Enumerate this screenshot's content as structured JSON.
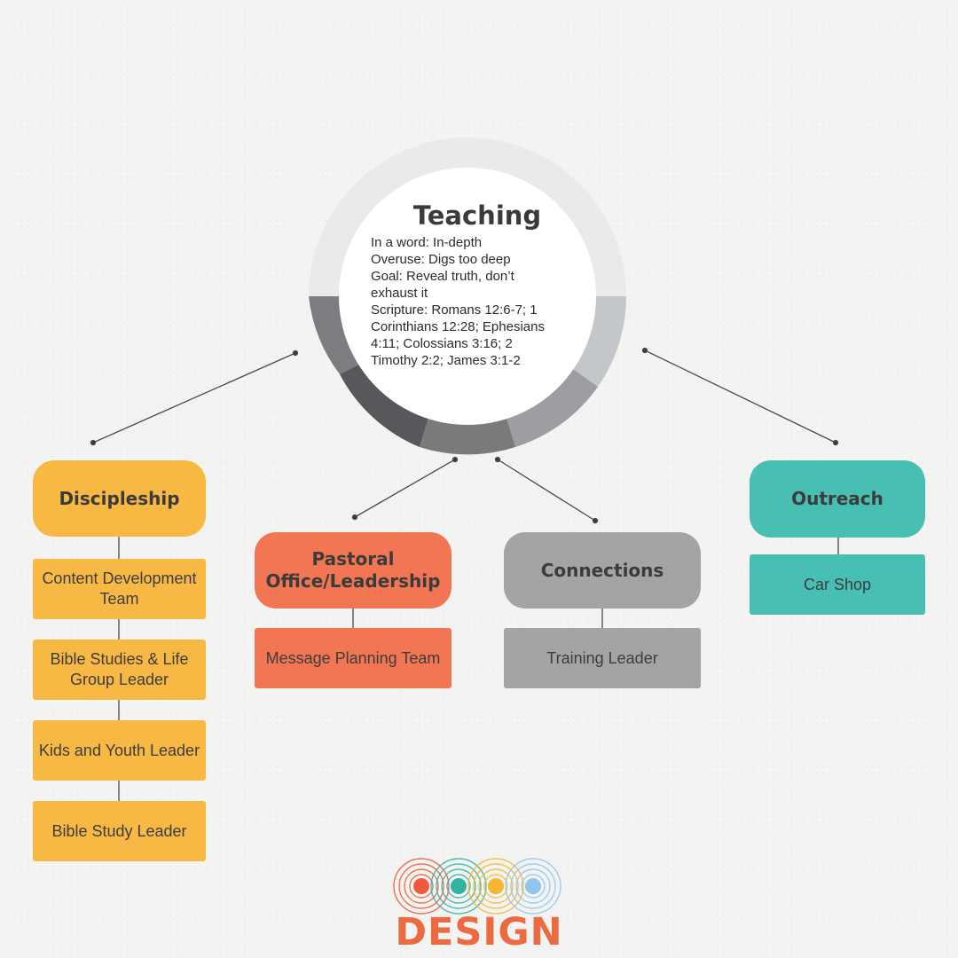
{
  "center": {
    "title": "Teaching",
    "lines": [
      "In a word: In-depth",
      "Overuse: Digs too deep",
      "Goal: Reveal truth, don’t",
      "exhaust it",
      "Scripture: Romans 12:6-7; 1",
      "Corinthians 12:28; Ephesians",
      "4:11; Colossians 3:16; 2",
      "Timothy 2:2; James 3:1-2"
    ]
  },
  "branches": [
    {
      "title": "Discipleship",
      "color": "#f8b844",
      "items": [
        "Content Development Team",
        "Bible Studies & Life Group Leader",
        "Kids and Youth Leader",
        "Bible Study Leader"
      ]
    },
    {
      "title": "Pastoral Office/Leadership",
      "color": "#f27653",
      "items": [
        "Message Planning Team"
      ]
    },
    {
      "title": "Connections",
      "color": "#a4a3a5",
      "items": [
        "Training Leader"
      ]
    },
    {
      "title": "Outreach",
      "color": "#47bfb2",
      "items": [
        "Car Shop"
      ]
    }
  ],
  "logo": {
    "text": "DESIGN",
    "dot_colors": [
      "#ee5a3a",
      "#2fb3a4",
      "#f6b631",
      "#8ec6ee"
    ]
  }
}
